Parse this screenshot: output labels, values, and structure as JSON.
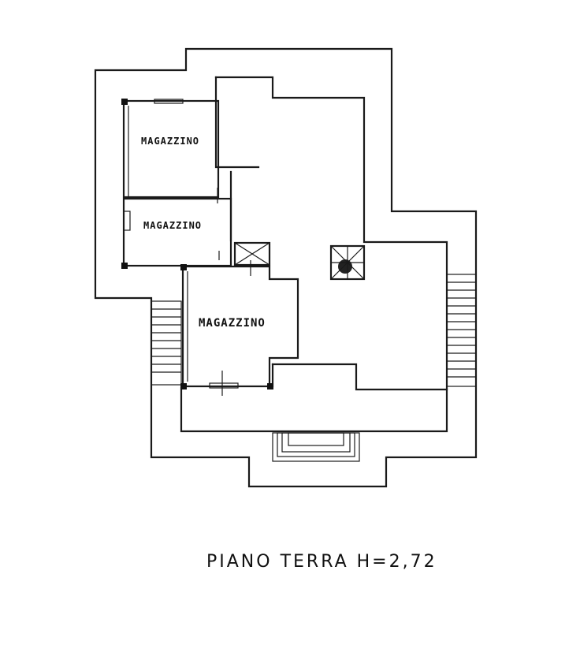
{
  "rooms": [
    {
      "label": "MAGAZZINO"
    },
    {
      "label": "MAGAZZINO"
    },
    {
      "label": "MAGAZZINO"
    }
  ],
  "caption": "PIANO  TERRA H=2,72"
}
